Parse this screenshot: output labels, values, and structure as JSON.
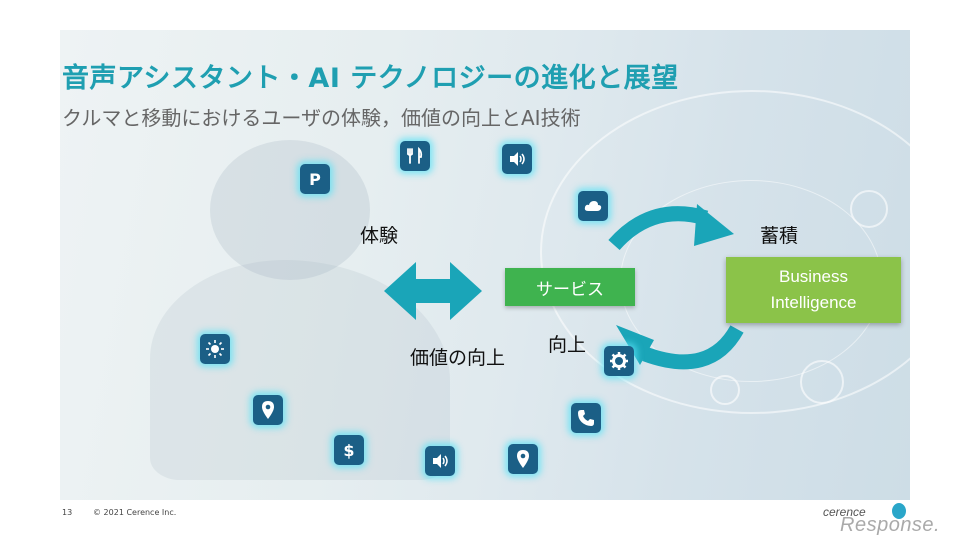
{
  "slide": {
    "title": "音声アシスタント・AI テクノロジーの進化と展望",
    "subtitle": "クルマと移動におけるユーザの体験，価値の向上とAI技術",
    "labels": {
      "experience": "体験",
      "value_up": "価値の向上",
      "improve": "向上",
      "accumulate": "蓄積"
    },
    "service_box": "サービス",
    "bi_box": [
      "Business",
      "Intelligence"
    ],
    "icons": {
      "parking": "P",
      "dollar": "$"
    },
    "accent_colors": {
      "title": "#1f9fb1",
      "arrow": "#1aa5b8",
      "service": "#3fb34f",
      "bi": "#8bc349",
      "icon_bg": "#1b5f86"
    }
  },
  "footer": {
    "page_number": "13",
    "copyright": "© 2021 Cerence Inc.",
    "logo_cerence": "cerence",
    "logo_response": "Response."
  }
}
